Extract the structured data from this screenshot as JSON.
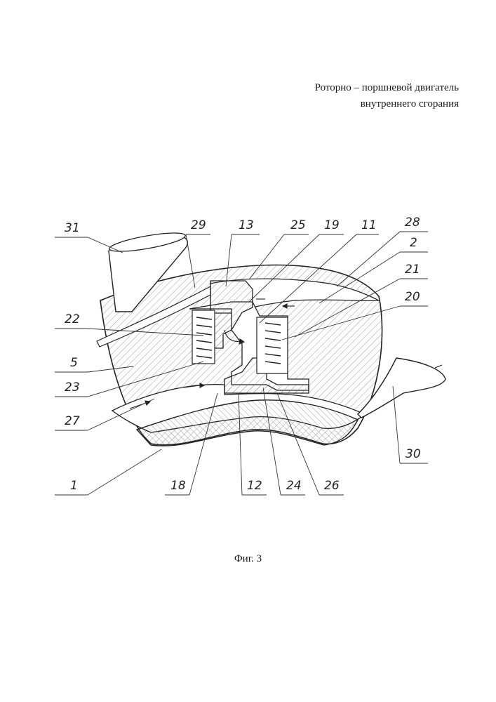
{
  "header": {
    "line1": "Роторно – поршневой двигатель",
    "line2": "внутреннего сгорания"
  },
  "figure": {
    "caption": "Фиг. 3",
    "labels": {
      "l31": "31",
      "l29": "29",
      "l13": "13",
      "l25": "25",
      "l19": "19",
      "l11": "11",
      "l28": "28",
      "l2": "2",
      "l21": "21",
      "l20": "20",
      "l22": "22",
      "l5": "5",
      "l23": "23",
      "l27": "27",
      "l1": "1",
      "l18": "18",
      "l12": "12",
      "l24": "24",
      "l26": "26",
      "l30": "30"
    }
  }
}
